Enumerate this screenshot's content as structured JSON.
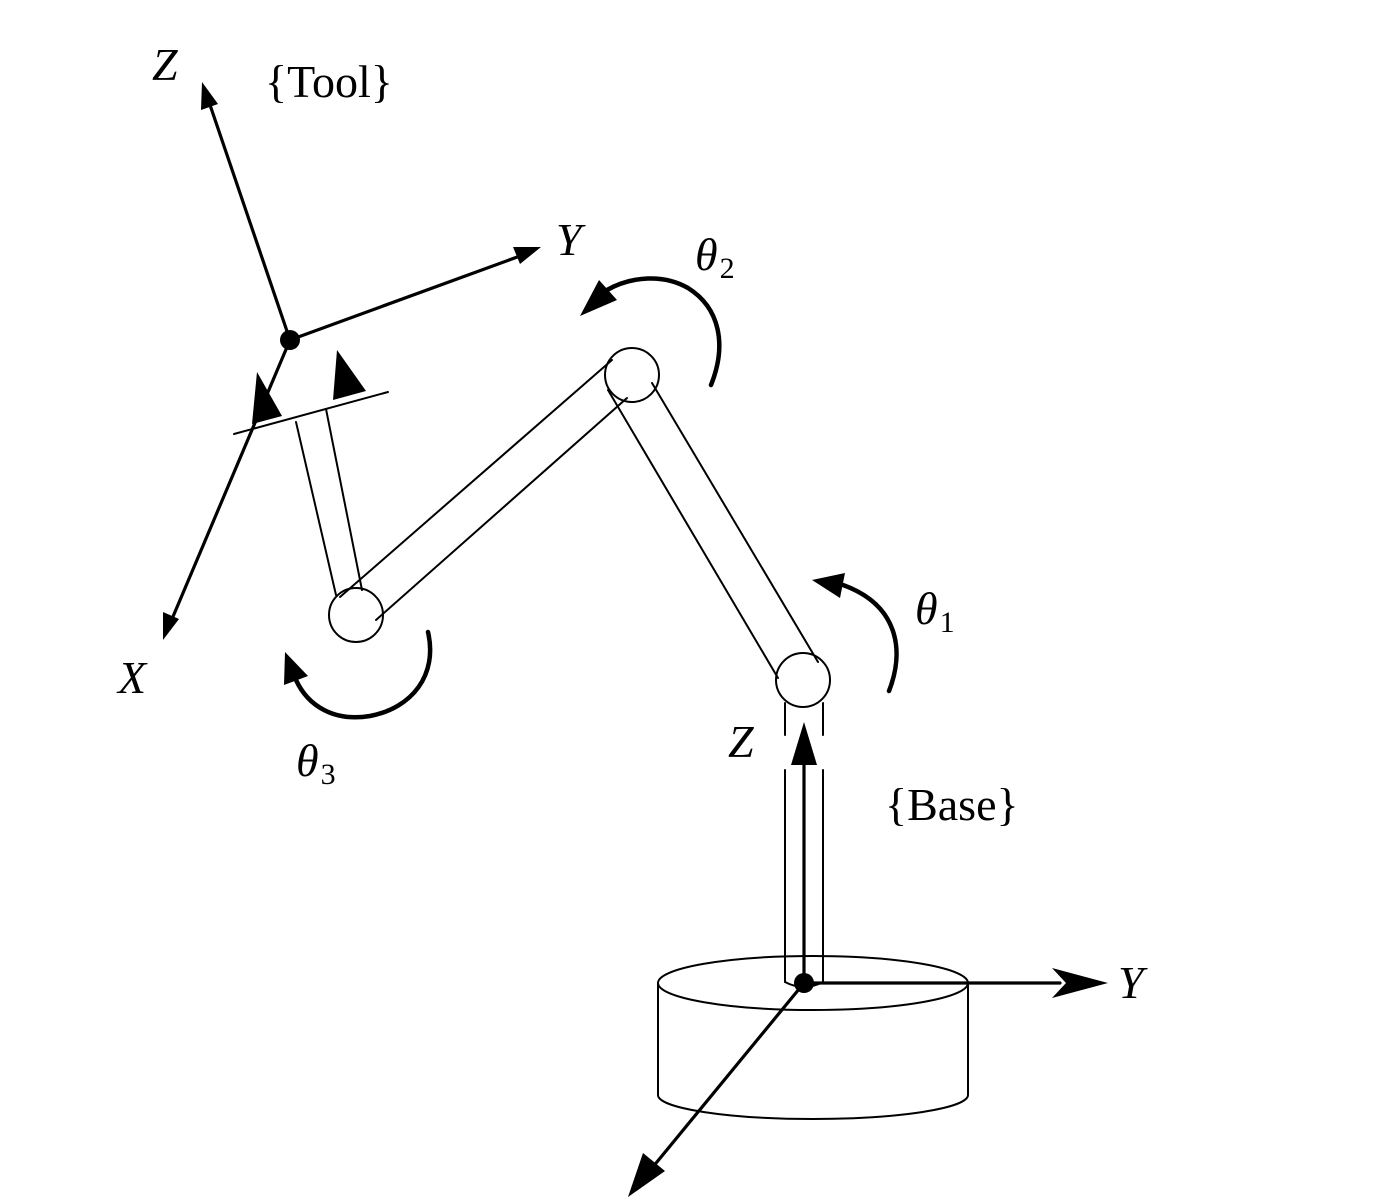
{
  "frames": {
    "tool": {
      "name": "{Tool}",
      "x_label": "X",
      "y_label": "Y",
      "z_label": "Z"
    },
    "base": {
      "name": "{Base}",
      "y_label": "Y",
      "z_label": "Z"
    }
  },
  "joints": [
    {
      "symbol": "θ",
      "index": "1"
    },
    {
      "symbol": "θ",
      "index": "2"
    },
    {
      "symbol": "θ",
      "index": "3"
    }
  ]
}
